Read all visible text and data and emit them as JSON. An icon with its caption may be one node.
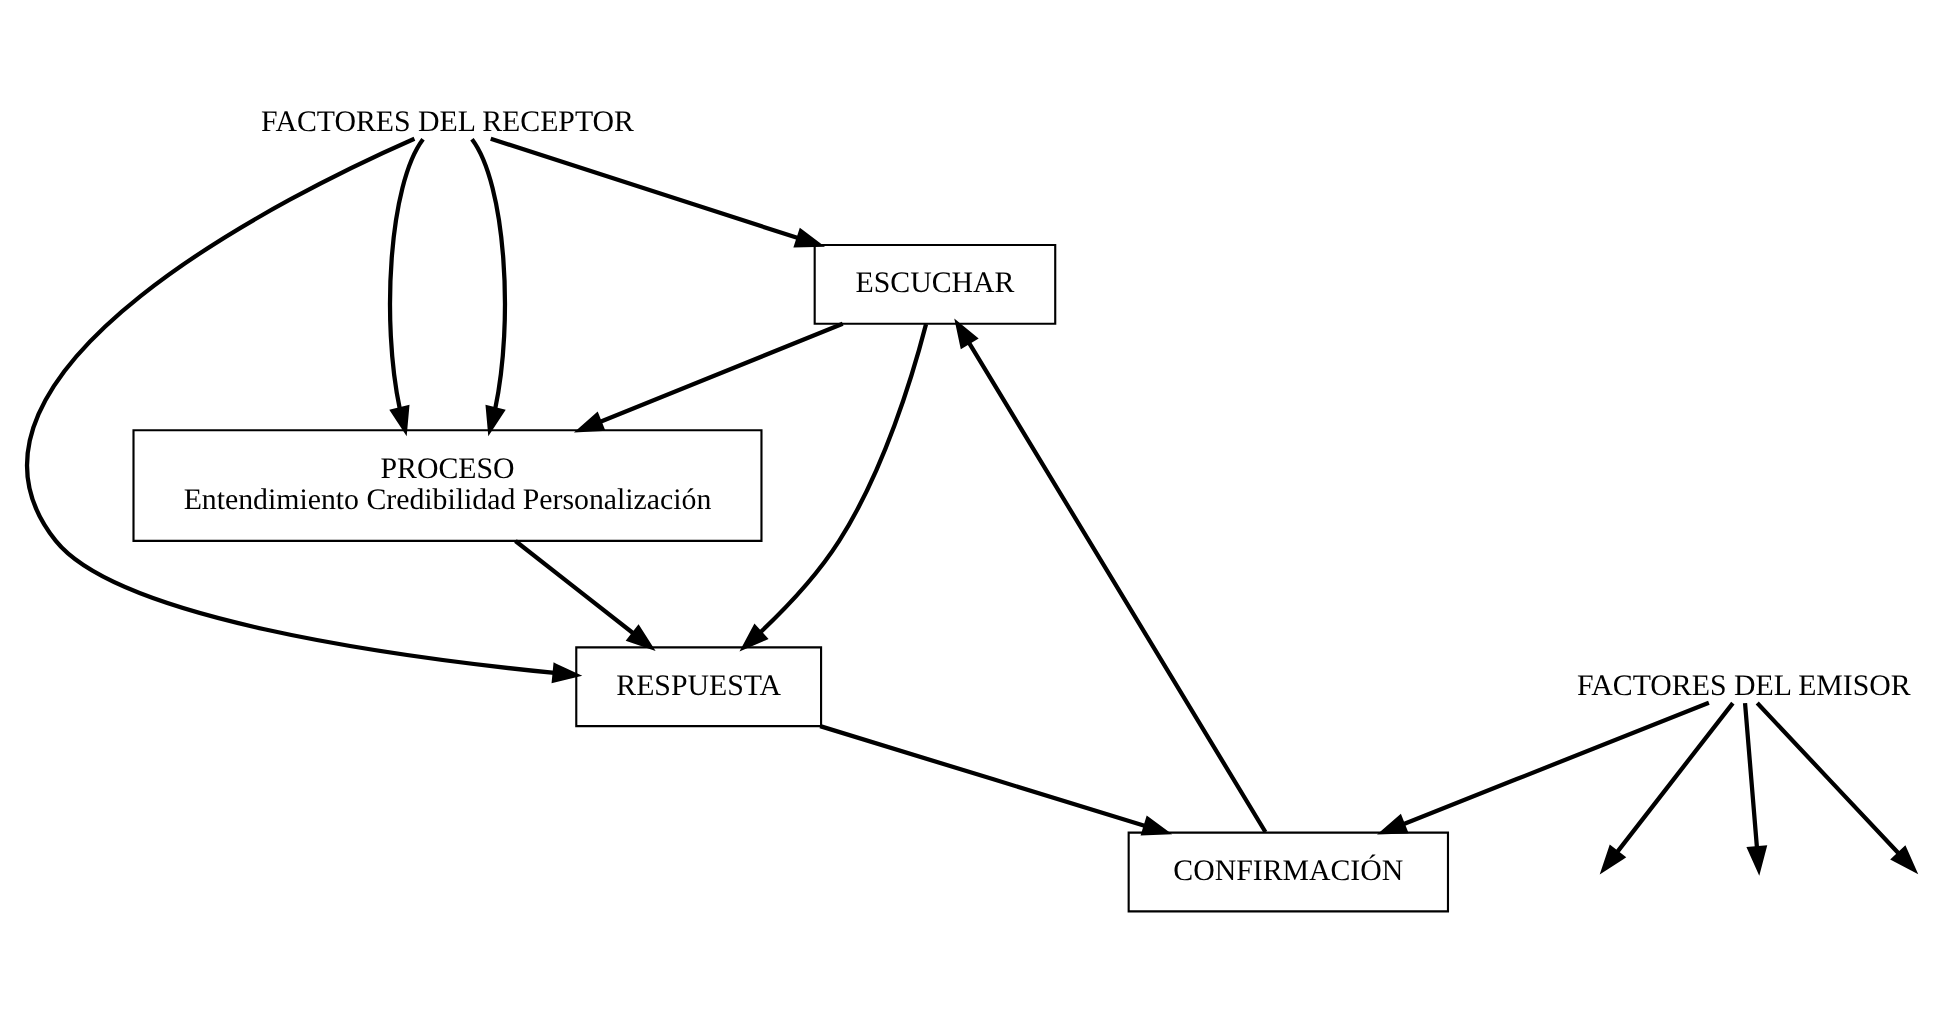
{
  "diagram": {
    "nodes": [
      {
        "text": [
          "ESCUCHAR"
        ]
      },
      {
        "text": [
          "FACTORES DEL RECEPTOR"
        ]
      },
      {
        "text": [
          "PROCESO",
          "Entendimiento Credibilidad Personalización"
        ]
      },
      {
        "text": [
          "CONFIRMACIÓN"
        ]
      },
      {
        "text": [
          "RESPUESTA"
        ]
      },
      {
        "text": [
          "FACTORES DEL EMISOR"
        ]
      }
    ],
    "edges": [
      {
        "from": 1,
        "to": 0,
        "arrow": "to"
      },
      {
        "from": 1,
        "to": 2,
        "arrow": "to"
      },
      {
        "from": 1,
        "to": 2,
        "arrow": "to"
      },
      {
        "from": 1,
        "to": 4,
        "arrow": "to"
      },
      {
        "from": 0,
        "to": 2,
        "arrow": "to"
      },
      {
        "from": 0,
        "to": 4,
        "arrow": "to"
      },
      {
        "from": 2,
        "to": 4,
        "arrow": "to"
      },
      {
        "from": 4,
        "to": 3,
        "arrow": "to"
      },
      {
        "from": 3,
        "to": 0,
        "arrow": "to"
      },
      {
        "from": 5,
        "to": null,
        "arrow": "to"
      },
      {
        "from": 5,
        "to": null,
        "arrow": "to"
      },
      {
        "from": 5,
        "to": 3,
        "arrow": "to"
      },
      {
        "from": 5,
        "to": null,
        "arrow": "to"
      }
    ]
  }
}
